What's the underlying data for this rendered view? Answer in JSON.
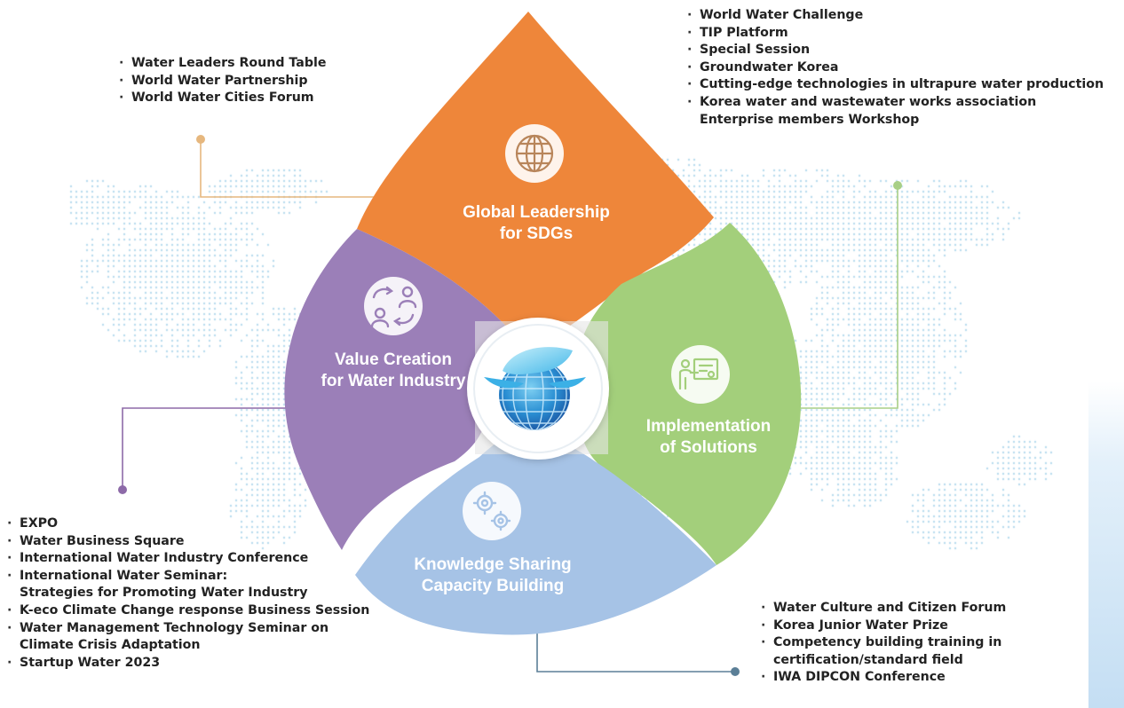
{
  "segments": {
    "global": {
      "title_line1": "Global Leadership",
      "title_line2": "for SDGs",
      "color": "#ee863a",
      "icon": "globe-icon"
    },
    "value": {
      "title_line1": "Value Creation",
      "title_line2": "for Water Industry",
      "color": "#9b7fb8",
      "icon": "people-exchange-icon"
    },
    "impl": {
      "title_line1": "Implementation",
      "title_line2": "of Solutions",
      "color": "#a3cf7b",
      "icon": "presentation-icon"
    },
    "knowledge": {
      "title_line1": "Knowledge Sharing",
      "title_line2": "Capacity Building",
      "color": "#a6c3e6",
      "icon": "gears-icon"
    }
  },
  "lists": {
    "global": {
      "items": [
        "Water Leaders Round Table",
        "World Water Partnership",
        "World Water Cities Forum"
      ]
    },
    "impl": {
      "items": [
        "World Water Challenge",
        "TIP Platform",
        "Special Session",
        "Groundwater Korea",
        "Cutting-edge technologies in ultrapure water production",
        "Korea water and wastewater works association"
      ],
      "continuation": "Enterprise members Workshop"
    },
    "value": {
      "items": [
        {
          "line1": "EXPO"
        },
        {
          "line1": "Water Business Square"
        },
        {
          "line1": "International Water Industry Conference"
        },
        {
          "line1": "International Water Seminar:",
          "line2": "Strategies for Promoting Water Industry"
        },
        {
          "line1": "K-eco Climate Change response Business Session"
        },
        {
          "line1": "Water Management Technology Seminar on",
          "line2": "Climate Crisis Adaptation"
        },
        {
          "line1": "Startup Water 2023"
        }
      ]
    },
    "knowledge": {
      "items": [
        {
          "line1": "Water Culture and Citizen Forum"
        },
        {
          "line1": "Korea Junior Water Prize"
        },
        {
          "line1": "Competency building training in",
          "line2": "certification/standard field"
        },
        {
          "line1": "IWA DIPCON Conference"
        }
      ]
    }
  },
  "colors": {
    "connector_global": "#e6b77e",
    "connector_impl": "#a8cf86",
    "connector_value": "#8d6aa8",
    "connector_knowledge": "#5b7f97",
    "map_dots": "#b9dcee",
    "center_logo": "water-globe-logo"
  }
}
